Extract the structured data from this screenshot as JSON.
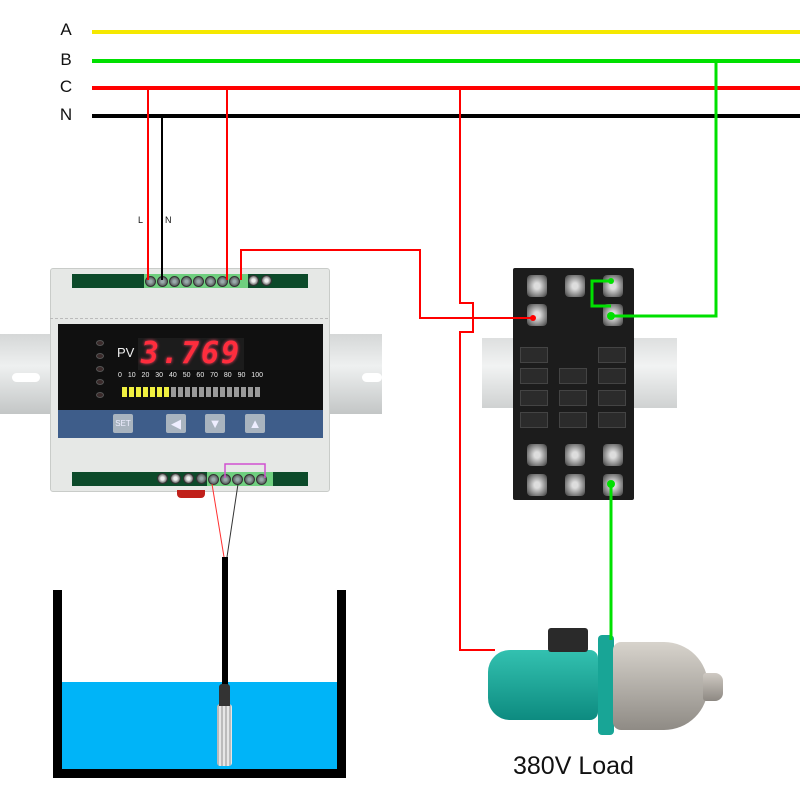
{
  "diagram": {
    "title": "Level controller wiring to 380V load",
    "phase_lines": [
      {
        "label": "A",
        "color": "#f5e800"
      },
      {
        "label": "B",
        "color": "#00e000"
      },
      {
        "label": "C",
        "color": "#ff0000"
      },
      {
        "label": "N",
        "color": "#000000"
      }
    ],
    "controller_supply_labels": {
      "live": "L",
      "neutral": "N"
    },
    "controller": {
      "pv_label": "PV",
      "display_value": "3.769",
      "scale_ticks": [
        "0",
        "10",
        "20",
        "30",
        "40",
        "50",
        "60",
        "70",
        "80",
        "90",
        "100"
      ],
      "bargraph_percent": 35,
      "bargraph_segments": 20,
      "bargraph_lit": 7,
      "buttons": [
        {
          "name": "set",
          "label": "SET"
        },
        {
          "name": "left",
          "label": "◀"
        },
        {
          "name": "down",
          "label": "▼"
        },
        {
          "name": "up",
          "label": "▲"
        }
      ]
    },
    "relay": {
      "type": "relay-socket"
    },
    "sensor": {
      "type": "submersible-level-sensor"
    },
    "load": {
      "label": "380V Load",
      "type": "pump"
    },
    "colors": {
      "water": "#00b4f8",
      "wire_red": "#ff0000",
      "wire_green": "#00e000",
      "jumper_magenta": "#d050d0"
    }
  }
}
